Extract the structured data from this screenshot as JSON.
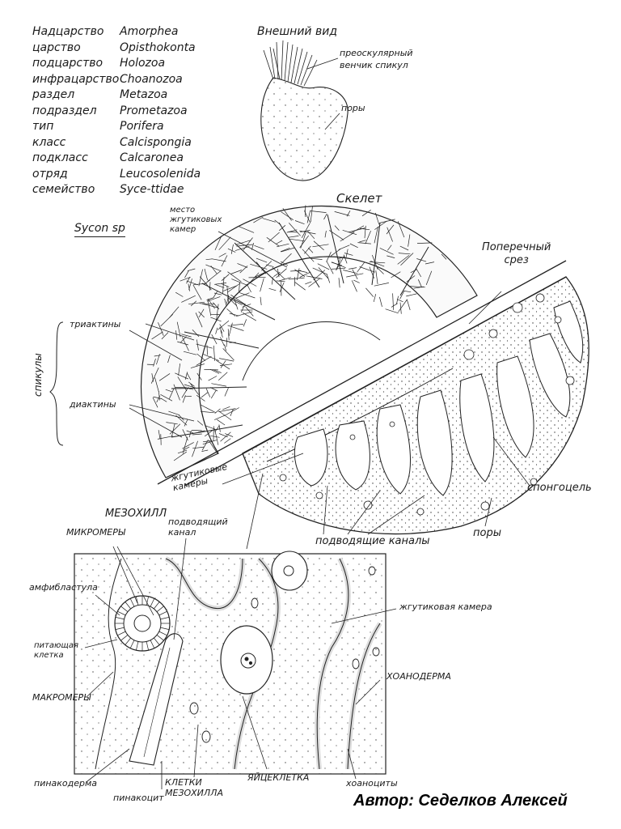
{
  "taxonomy": {
    "ranks": [
      "Надцарство",
      "царство",
      "подцарство",
      "инфрацарство",
      "раздел",
      "подраздел",
      "тип",
      "класс",
      "подкласс",
      "отряд",
      "семейство"
    ],
    "taxa": [
      "Amorphea",
      "Opisthokonta",
      "Holozoa",
      "Choanozoa",
      "Metazoa",
      "Prometazoa",
      "Porifera",
      "Calcispongia",
      "Calcaronea",
      "Leucosolenida",
      "Syce-ttidae"
    ],
    "species": "Sycon sp"
  },
  "external": {
    "title": "Внешний вид",
    "corona": "преоскулярный\nвенчик спикул",
    "pores": "поры"
  },
  "skeleton": {
    "title": "Скелет",
    "flagellar_place": "место\nжгутиковых\nкамер",
    "triactines": "триактины",
    "diactines": "диактины",
    "spicules": "спикулы"
  },
  "cross_section": {
    "title": "Поперечный\nсрез",
    "flagellar_chambers": "жгутиковые\nкамеры",
    "incurrent_canals": "подводящие каналы",
    "pores": "поры",
    "spongocoel": "спонгоцель"
  },
  "detail": {
    "mesohyl": "МЕЗОХИЛЛ",
    "micromeres": "МИКРОМЕРЫ",
    "incurrent_canal": "подводящий\nканал",
    "amphiblastula": "амфибластула",
    "nurse_cell": "питающая\nклетка",
    "macromeres": "МАКРОМЕРЫ",
    "pinacoderm": "пинакодерма",
    "pinacocyte": "пинакоцит",
    "mesohyl_cells": "КЛЕТКИ\nМЕЗОХИЛЛА",
    "egg_cell": "ЯЙЦЕКЛЕТКА",
    "choanocytes": "хоаноциты",
    "choanoderm": "ХОАНОДЕРМА",
    "flagellar_chamber": "жгутиковая камера"
  },
  "author": "Автор: Седелков Алексей"
}
